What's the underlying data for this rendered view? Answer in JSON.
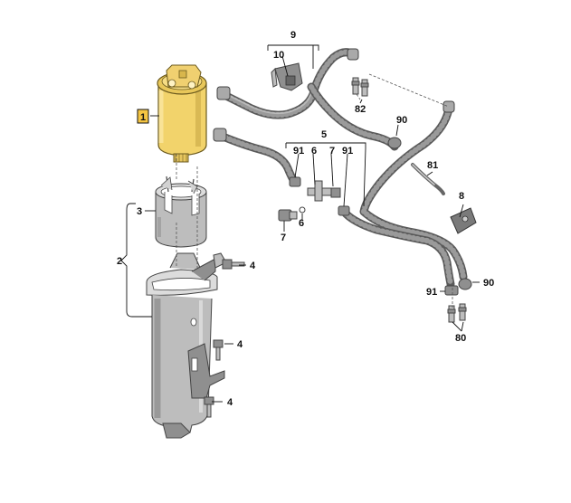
{
  "labels": {
    "filter": "1",
    "bracket_assembly": "2",
    "holder": "3",
    "bolt_a": "4",
    "bolt_b": "4",
    "bolt_c": "4",
    "hose_group": "5",
    "tee": "6",
    "tee_oring": "6",
    "sensor": "7",
    "sensor_upper": "7",
    "bracket_clip": "8",
    "line_group": "9",
    "clip_holder": "10",
    "pipe": "81",
    "connectors_top": "82",
    "connectors_bottom": "80",
    "clamp_upper": "90",
    "clamp_lower": "90",
    "hose_clamp_a": "91",
    "hose_clamp_b": "91",
    "hose_clamp_c": "91"
  },
  "colors": {
    "filter_body": "#f2d36b",
    "highlight_box": "#f5c542"
  }
}
